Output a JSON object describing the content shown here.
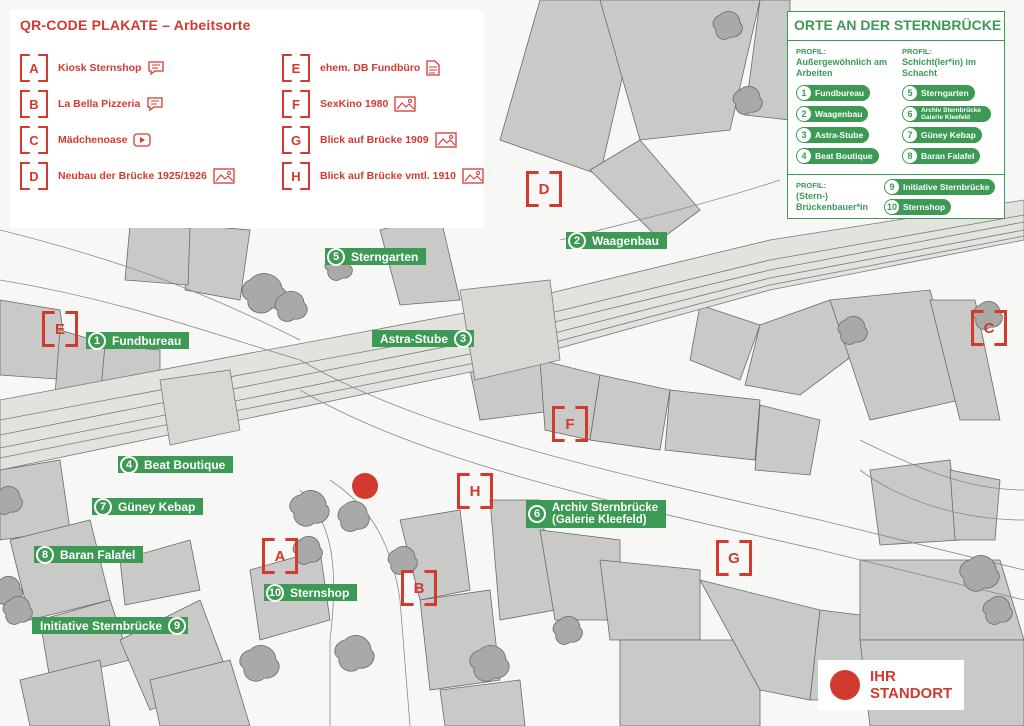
{
  "legend_qr": {
    "title": "QR-CODE PLAKATE – Arbeitsorte",
    "items": [
      {
        "letter": "A",
        "label": "Kiosk Sternshop",
        "icon": "speech-bubble-icon"
      },
      {
        "letter": "B",
        "label": "La Bella Pizzeria",
        "icon": "speech-bubble-icon"
      },
      {
        "letter": "C",
        "label": "Mädchenoase",
        "icon": "video-play-icon"
      },
      {
        "letter": "D",
        "label": "Neubau der Brücke  1925/1926",
        "icon": "image-icon"
      },
      {
        "letter": "E",
        "label": "ehem. DB Fundbüro",
        "icon": "document-icon"
      },
      {
        "letter": "F",
        "label": "SexKino 1980",
        "icon": "image-icon"
      },
      {
        "letter": "G",
        "label": "Blick auf Brücke 1909",
        "icon": "image-icon"
      },
      {
        "letter": "H",
        "label": "Blick auf Brücke vmtl. 1910",
        "icon": "image-icon"
      }
    ]
  },
  "legend_places": {
    "title": "ORTE AN DER STERNBRÜCKE",
    "profile_1": {
      "label": "PROFIL:",
      "name": "Außergewöhnlich am Arbeiten"
    },
    "profile_2": {
      "label": "PROFIL:",
      "name": "Schicht(ler*in) im Schacht"
    },
    "profile_3": {
      "label": "PROFIL:",
      "name": "(Stern-) Brückenbauer*in"
    },
    "items": [
      {
        "num": "1",
        "label": "Fundbureau"
      },
      {
        "num": "2",
        "label": "Waagenbau"
      },
      {
        "num": "3",
        "label": "Astra-Stube"
      },
      {
        "num": "4",
        "label": "Beat Boutique"
      },
      {
        "num": "5",
        "label": "Sterngarten"
      },
      {
        "num": "6",
        "label": "Archiv Sternbrücke Galerie Kleefeld"
      },
      {
        "num": "7",
        "label": "Güney Kebap"
      },
      {
        "num": "8",
        "label": "Baran Falafel"
      },
      {
        "num": "9",
        "label": "Initiative Sternbrücke"
      },
      {
        "num": "10",
        "label": "Sternshop"
      }
    ]
  },
  "map_labels": {
    "l1": {
      "num": "1",
      "text": "Fundbureau"
    },
    "l2": {
      "num": "2",
      "text": "Waagenbau"
    },
    "l3": {
      "num": "3",
      "text": "Astra-Stube"
    },
    "l4": {
      "num": "4",
      "text": "Beat Boutique"
    },
    "l5": {
      "num": "5",
      "text": "Sterngarten"
    },
    "l6": {
      "num": "6",
      "line1": "Archiv Sternbrücke",
      "line2": "(Galerie Kleefeld)"
    },
    "l7": {
      "num": "7",
      "text": "Güney Kebap"
    },
    "l8": {
      "num": "8",
      "text": "Baran Falafel"
    },
    "l9": {
      "num": "9",
      "text": "Initiative Sternbrücke"
    },
    "l10": {
      "num": "10",
      "text": "Sternshop"
    }
  },
  "qr_markers": {
    "A": "A",
    "B": "B",
    "C": "C",
    "D": "D",
    "E": "E",
    "F": "F",
    "G": "G",
    "H": "H"
  },
  "standort": {
    "line1": "IHR",
    "line2": "STANDORT"
  },
  "colors": {
    "accent_red": "#d23a30",
    "accent_green": "#3c9a55",
    "building": "#c9c9c7",
    "tree": "#a9aaa8"
  }
}
